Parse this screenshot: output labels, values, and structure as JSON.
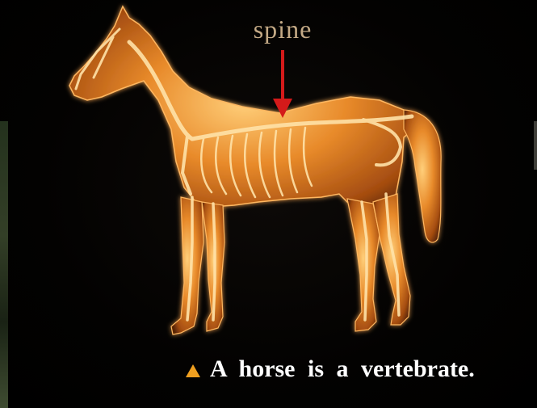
{
  "image": {
    "subject": "horse-skeleton-xray",
    "spine_label": "spine",
    "caption": "A horse is a vertebrate.",
    "colors": {
      "background": "#000000",
      "horse_glow": "#e88a2a",
      "bone": "#ffe2a8",
      "arrow": "#d41a1a",
      "label": "#c4aa86",
      "caption_text": "#ffffff",
      "marker": "#f0a020"
    },
    "icons": [
      "triangle-bullet-icon",
      "down-arrow-icon"
    ]
  }
}
